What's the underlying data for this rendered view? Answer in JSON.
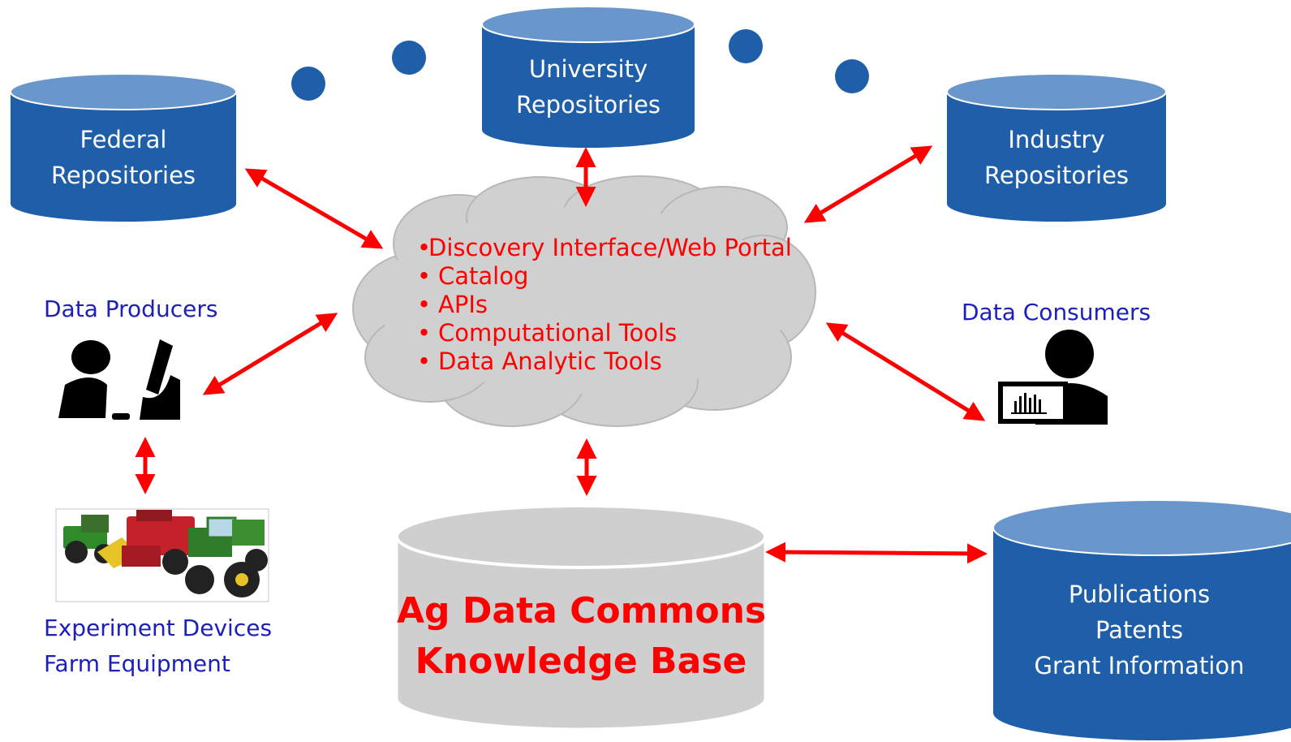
{
  "repositories": {
    "federal": [
      "Federal",
      "Repositories"
    ],
    "university": [
      "University",
      "Repositories"
    ],
    "industry": [
      "Industry",
      "Repositories"
    ],
    "publications": [
      "Publications",
      "Patents",
      "Grant Information"
    ]
  },
  "cloud": {
    "items": [
      "Discovery Interface/Web Portal",
      "Catalog",
      "APIs",
      "Computational Tools",
      "Data Analytic Tools"
    ]
  },
  "knowledge_base": [
    "Ag Data Commons",
    "Knowledge Base"
  ],
  "actors": {
    "producers": "Data Producers",
    "consumers": "Data Consumers",
    "equipment": [
      "Experiment Devices",
      "Farm Equipment"
    ]
  },
  "icons": {
    "producers": "person-at-desk-icon",
    "consumers": "person-with-chart-monitor-icon",
    "equipment": "farm-equipment-photo"
  },
  "colors": {
    "repository_fill": "#1f5ea9",
    "repository_top": "#6a97cb",
    "cloud_fill": "#d0d0d0",
    "arrow": "#ff0000",
    "producer_text": "#1c20b8",
    "cloud_text": "#ff0000",
    "kb_fill": "#cfcfcf",
    "kb_text": "#ff0000"
  }
}
